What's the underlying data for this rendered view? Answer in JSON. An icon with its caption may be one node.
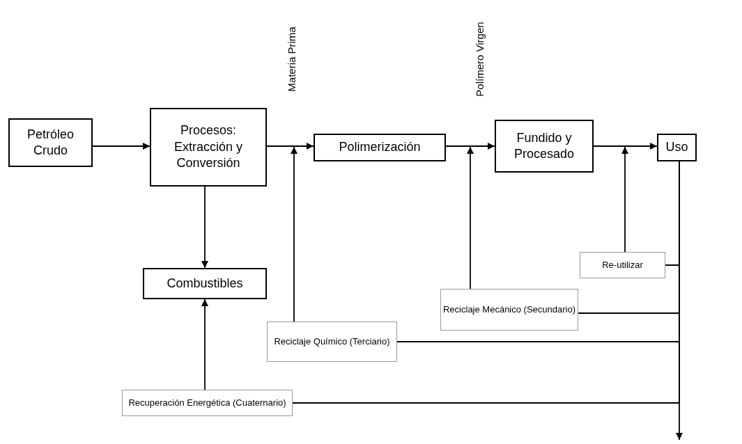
{
  "diagram": {
    "nodes": [
      {
        "text": [
          "Petróleo Crudo"
        ]
      },
      {
        "text": [
          "Procesos: Extracción y Conversión"
        ]
      },
      {
        "text": [
          "Polimerización"
        ]
      },
      {
        "text": [
          "Fundido y Procesado"
        ]
      },
      {
        "text": [
          "Uso"
        ]
      },
      {
        "text": [
          "Combustibles"
        ]
      },
      {
        "text": [
          "Re-utilizar"
        ]
      },
      {
        "text": [
          "Reciclaje Mecánico (Secundario)"
        ]
      },
      {
        "text": [
          "Reciclaje Químico (Terciario)"
        ]
      },
      {
        "text": [
          "Recuperación Energética (Cuaternario)"
        ]
      }
    ],
    "edges": [
      {
        "from": 0,
        "to": 1,
        "arrow": "to"
      },
      {
        "from": 1,
        "to": 2,
        "arrow": "to"
      },
      {
        "from": 2,
        "to": 3,
        "arrow": "to"
      },
      {
        "from": 3,
        "to": 4,
        "arrow": "to"
      },
      {
        "from": 1,
        "to": 5,
        "arrow": "to"
      },
      {
        "from": 4,
        "to": null,
        "arrow": "to"
      },
      {
        "from": 4,
        "to": 6,
        "arrow": "none"
      },
      {
        "from": 4,
        "to": 7,
        "arrow": "none"
      },
      {
        "from": 4,
        "to": 8,
        "arrow": "none"
      },
      {
        "from": 4,
        "to": 9,
        "arrow": "none"
      },
      {
        "from": 6,
        "to": 4,
        "arrow": "to"
      },
      {
        "from": 7,
        "to": 3,
        "arrow": "to"
      },
      {
        "from": 8,
        "to": 2,
        "arrow": "to"
      },
      {
        "from": 9,
        "to": 5,
        "arrow": "to"
      }
    ],
    "labels": [
      "Materia Prima",
      "Polímero Virgen"
    ]
  }
}
